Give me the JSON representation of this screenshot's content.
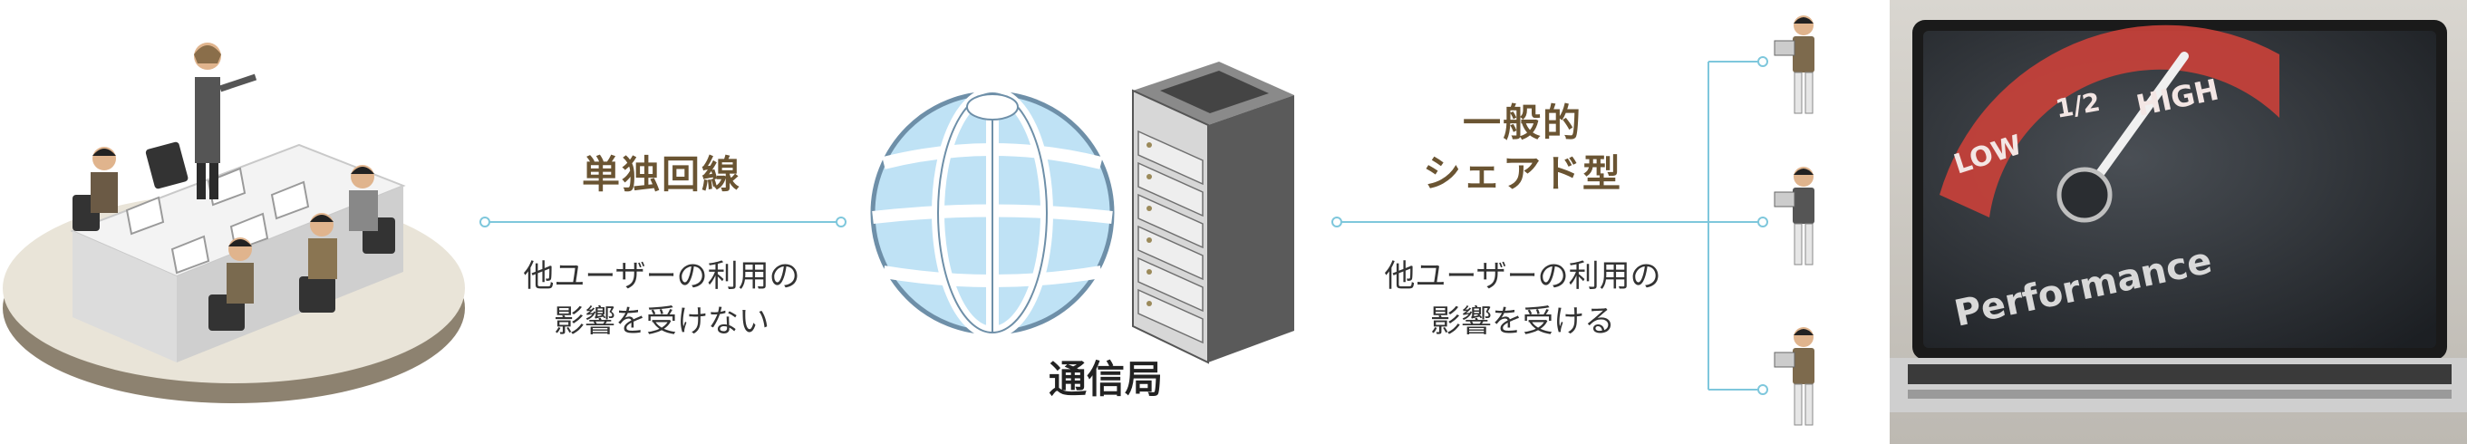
{
  "left_connection": {
    "title": "単独回線",
    "note_line1": "他ユーザーの利用の",
    "note_line2": "影響を受けない"
  },
  "center_node": {
    "label": "通信局"
  },
  "right_connection": {
    "title_line1": "一般的",
    "title_line2": "シェアド型",
    "note_line1": "他ユーザーの利用の",
    "note_line2": "影響を受ける"
  },
  "laptop_photo": {
    "gauge_low": "LOW",
    "gauge_mid": "1/2",
    "gauge_high": "HIGH",
    "screen_word": "Performance"
  },
  "colors": {
    "line": "#7ec7dc",
    "globe_fill": "#bfe2f5",
    "globe_stroke": "#6e8fa8",
    "title_text": "#6a5432",
    "gauge_red": "#c8413a"
  },
  "icons": {
    "office": "office-team-illustration-icon",
    "globe": "globe-icon",
    "server": "server-rack-icon",
    "user": "person-with-laptop-icon"
  }
}
